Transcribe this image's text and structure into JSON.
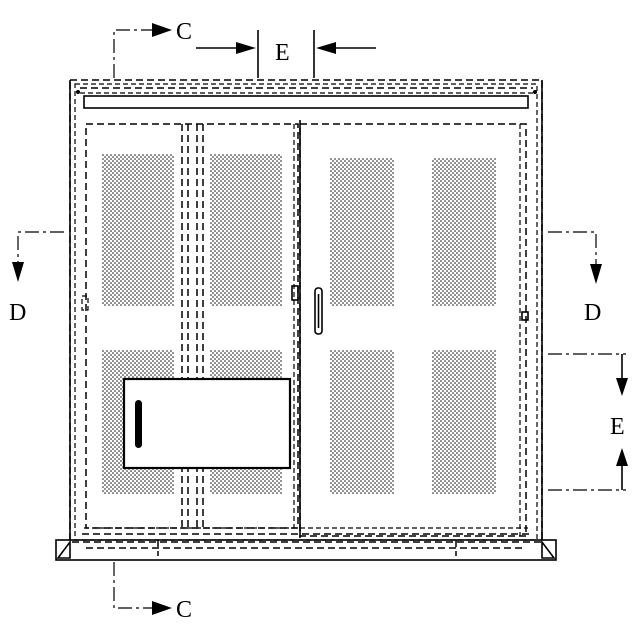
{
  "labels": {
    "section_c_top": "C",
    "section_c_bottom": "C",
    "section_d_left": "D",
    "section_d_right": "D",
    "dim_e_top": "E",
    "dim_e_right": "E"
  },
  "colors": {
    "ink": "#000000",
    "paper": "#ffffff"
  }
}
